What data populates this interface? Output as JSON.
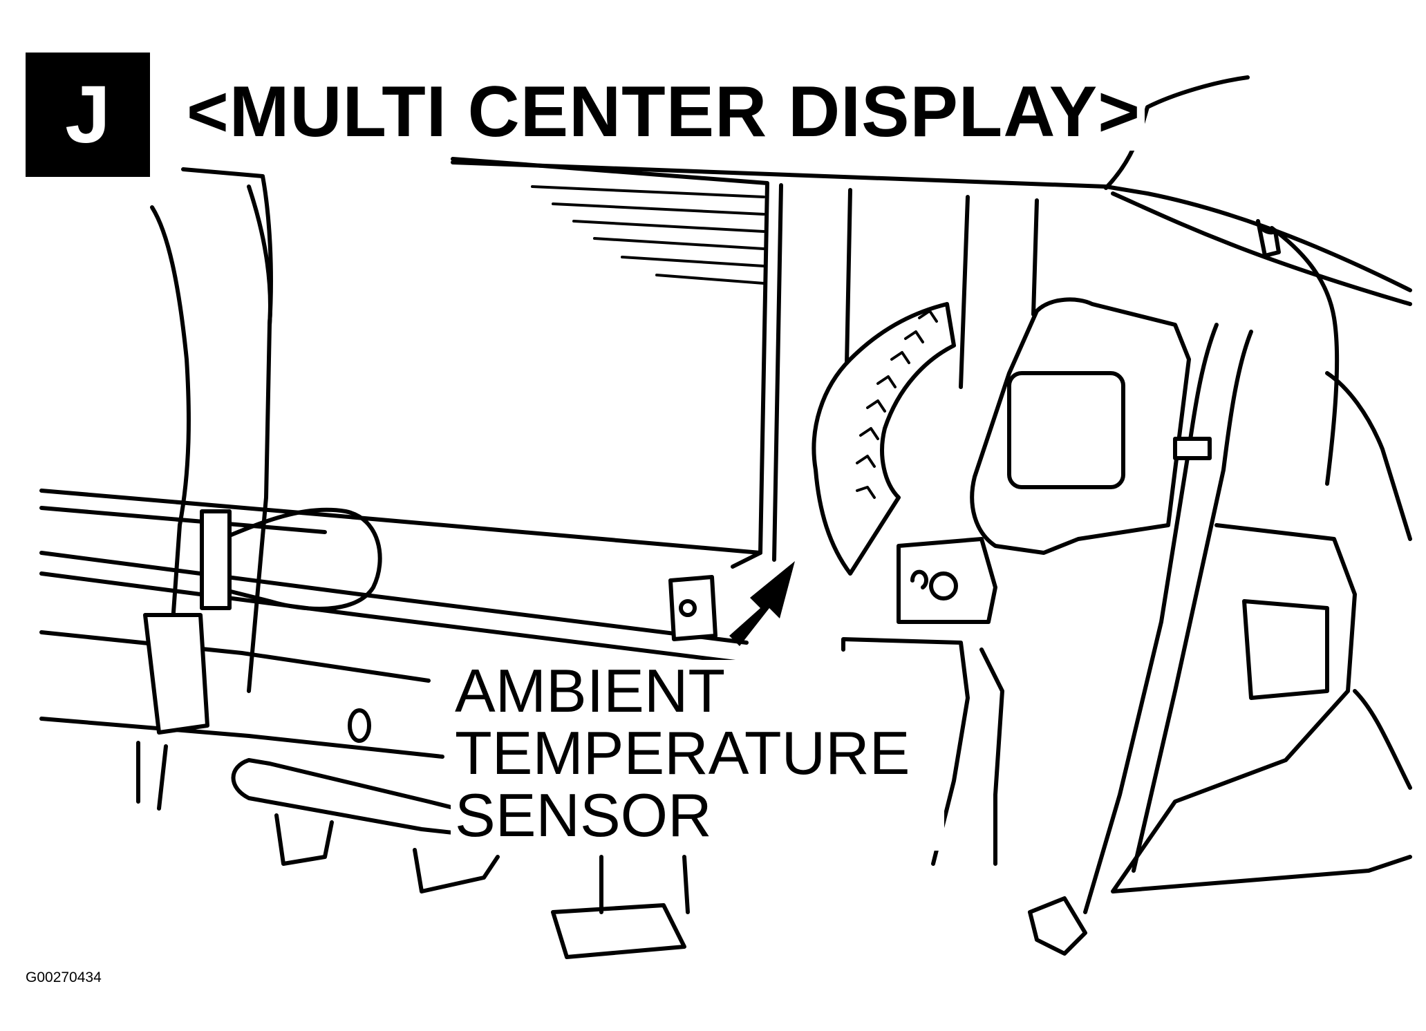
{
  "figure": {
    "section_letter": "J",
    "title": "<MULTI CENTER DISPLAY>",
    "callout": {
      "line1": "AMBIENT",
      "line2": "TEMPERATURE",
      "line3": "SENSOR"
    },
    "figure_id": "G00270434"
  },
  "colors": {
    "ink": "#000000",
    "paper": "#ffffff"
  }
}
